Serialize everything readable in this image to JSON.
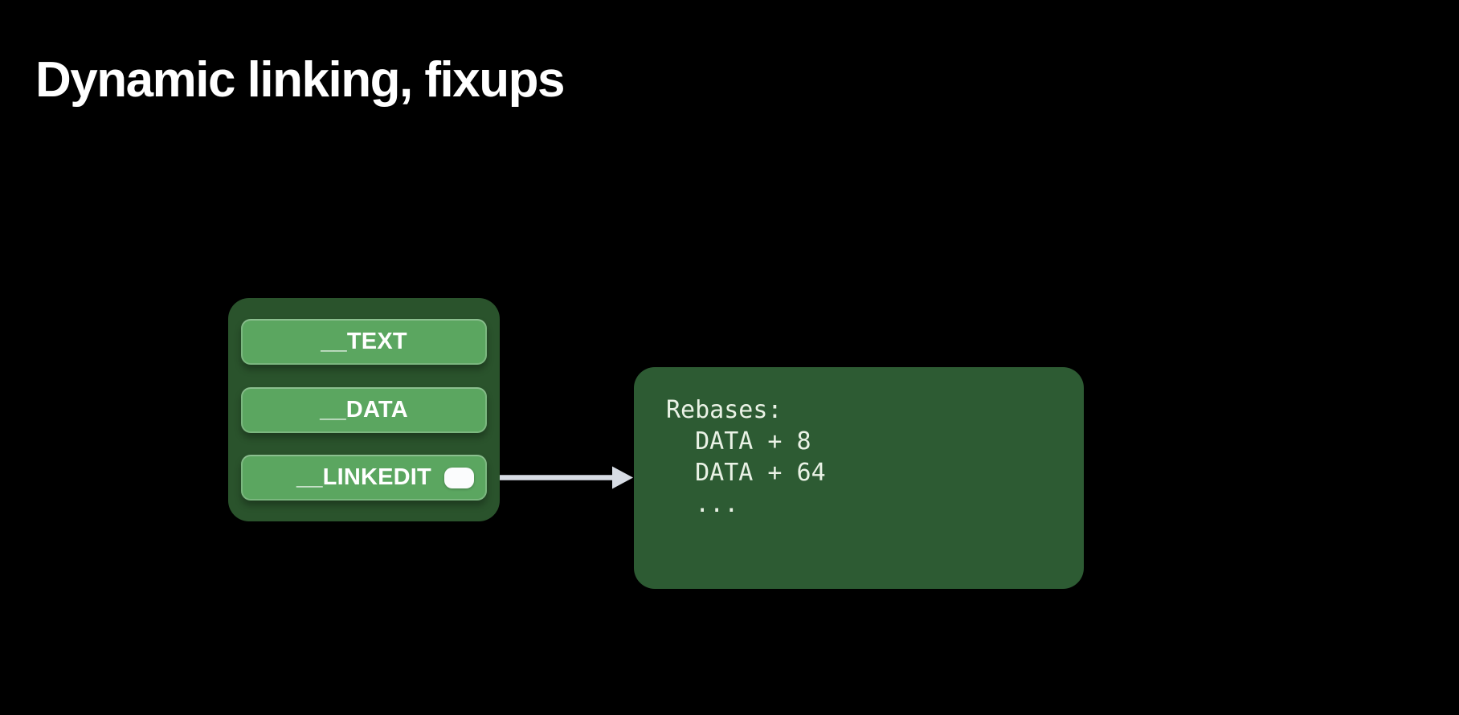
{
  "slide": {
    "title": "Dynamic linking, fixups"
  },
  "diagram": {
    "segments": {
      "items": [
        {
          "label": "__TEXT",
          "has_pointer": false
        },
        {
          "label": "__DATA",
          "has_pointer": false
        },
        {
          "label": "__LINKEDIT",
          "has_pointer": true
        }
      ]
    },
    "callout": {
      "lines": [
        "Rebases:",
        "  DATA + 8",
        "  DATA + 64",
        "  ..."
      ]
    }
  },
  "colors": {
    "background": "#000000",
    "title-text": "#ffffff",
    "container-fill": "#2a532c",
    "segment-fill": "#5ba660",
    "segment-text": "#ffffff",
    "callout-fill": "#2d5b33",
    "callout-text": "#eaf2e6",
    "arrow": "#d7dce4",
    "pointer-handle": "#fbfcfd"
  }
}
